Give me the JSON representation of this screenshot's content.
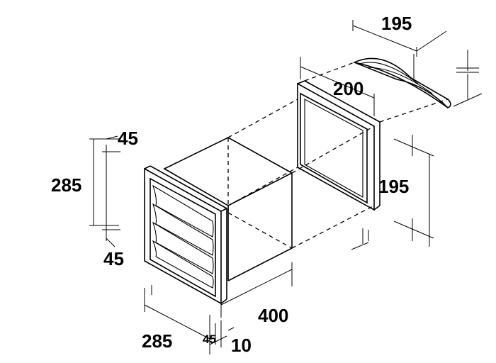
{
  "labels": {
    "top_cap_width": "195",
    "frame_width": "200",
    "frame_height": "195",
    "grille_height": "285",
    "grille_top_margin": "45",
    "grille_bottom_margin": "45",
    "duct_length": "400",
    "grille_width": "285",
    "flange_depth": "45",
    "flange_thickness": "10"
  }
}
